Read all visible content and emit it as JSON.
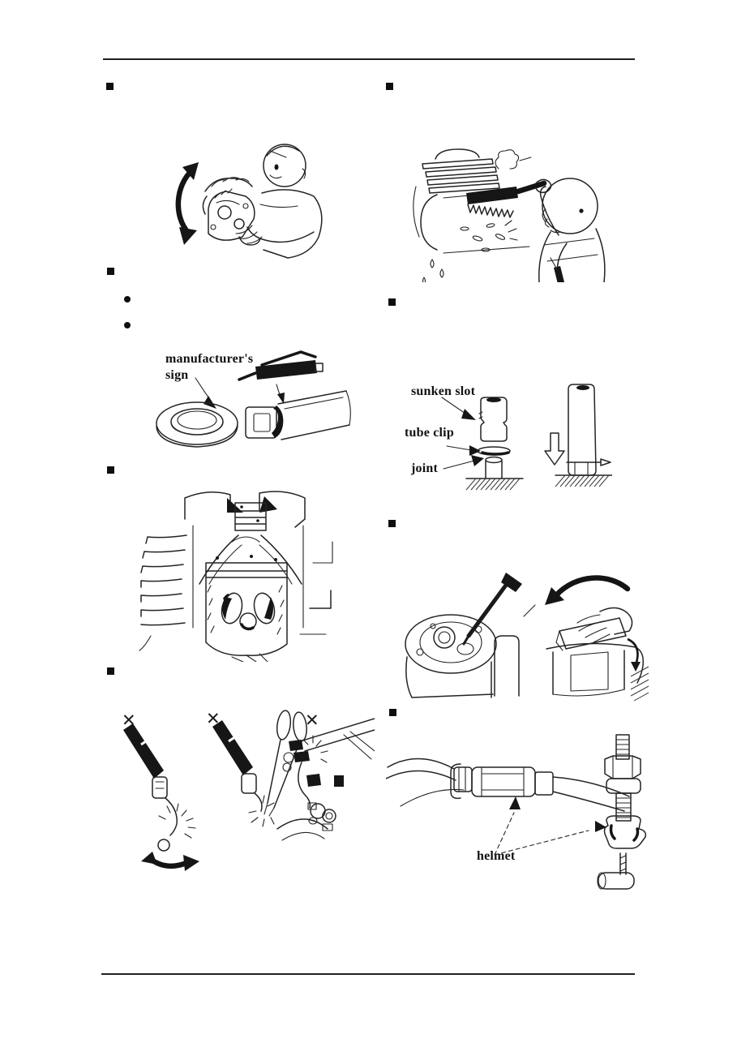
{
  "page": {
    "background": "#ffffff",
    "ink": "#222222",
    "rule_color": "#202020"
  },
  "icons": {
    "square_bullet": "■",
    "round_bullet": "●",
    "cross_mark": "✕",
    "rotation_arrow": "↻",
    "down_arrow": "⇩"
  },
  "labels": {
    "manufacturer_sign_line1": "manufacturer's",
    "manufacturer_sign_line2": "sign",
    "sunken_slot": "sunken slot",
    "tube_clip": "tube clip",
    "joint": "joint",
    "helmet": "helmet"
  }
}
